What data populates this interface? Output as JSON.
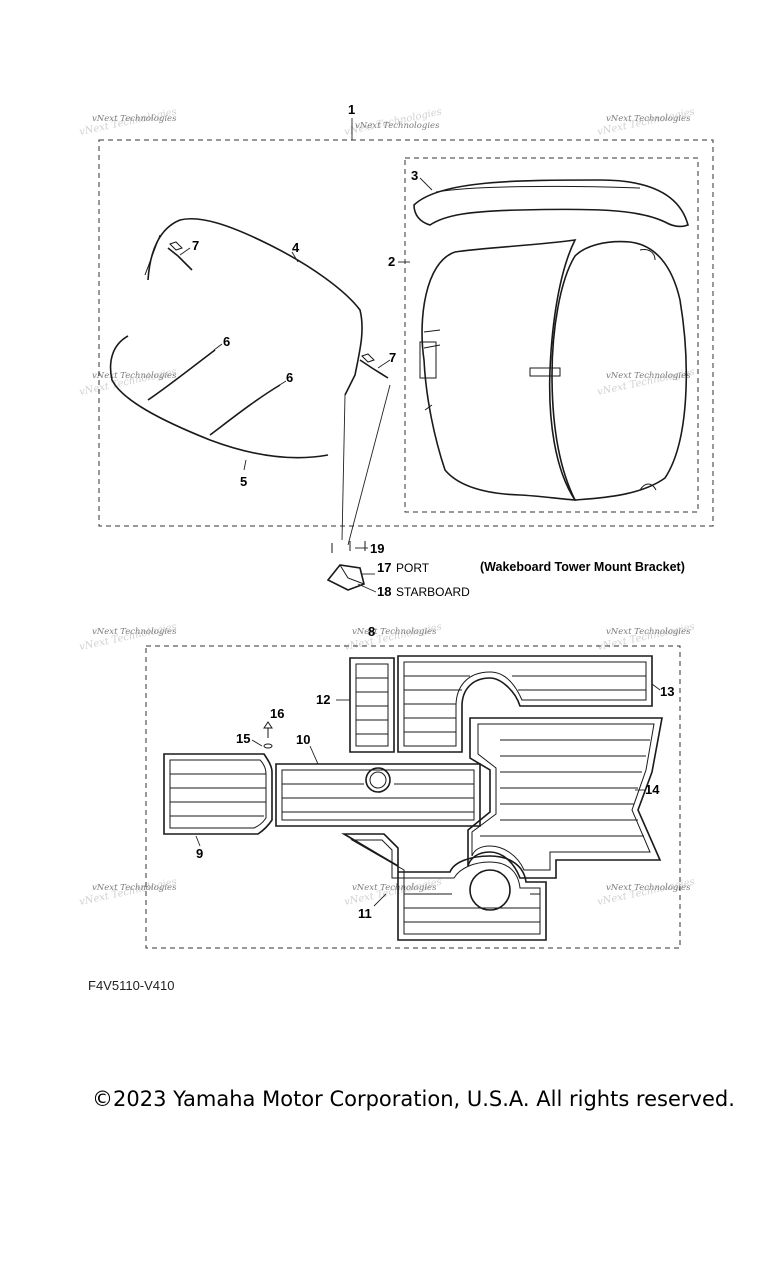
{
  "watermark": {
    "line1": "vNext Technologies",
    "line2": "vNext Technologies"
  },
  "callouts": {
    "c1": "1",
    "c2": "2",
    "c3": "3",
    "c4": "4",
    "c5": "5",
    "c6a": "6",
    "c6b": "6",
    "c7a": "7",
    "c7b": "7",
    "c8": "8",
    "c9": "9",
    "c10": "10",
    "c11": "11",
    "c12": "12",
    "c13": "13",
    "c14": "14",
    "c15": "15",
    "c16": "16",
    "c17": "17",
    "c18": "18",
    "c19": "19"
  },
  "labels": {
    "port": "PORT",
    "starboard": "STARBOARD"
  },
  "note": "(Wakeboard Tower Mount Bracket)",
  "diagram_code": "F4V5110-V410",
  "copyright": "©2023 Yamaha Motor Corporation, U.S.A. All rights reserved."
}
